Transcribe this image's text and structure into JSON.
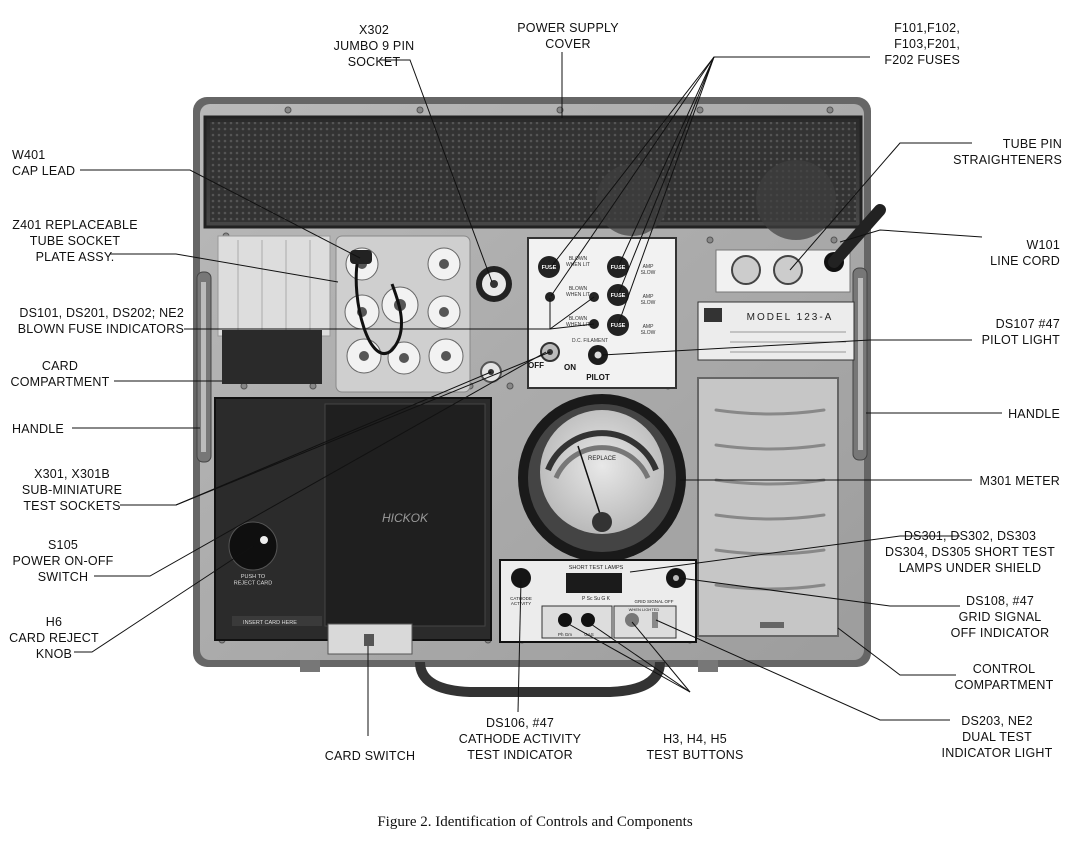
{
  "callouts": [
    {
      "id": "x302",
      "text": "X302\nJUMBO 9 PIN\nSOCKET"
    },
    {
      "id": "psu",
      "text": "POWER SUPPLY\nCOVER"
    },
    {
      "id": "fuses",
      "text": "F101,F102,\nF103,F201,\nF202 FUSES"
    },
    {
      "id": "w401",
      "text": "W401\nCAP LEAD"
    },
    {
      "id": "pinstr",
      "text": "TUBE PIN\nSTRAIGHTENERS"
    },
    {
      "id": "z401",
      "text": "Z401 REPLACEABLE\nTUBE SOCKET\nPLATE ASSY."
    },
    {
      "id": "w101",
      "text": "W101\nLINE CORD"
    },
    {
      "id": "ds101",
      "text": "DS101, DS201, DS202; NE2\nBLOWN FUSE INDICATORS"
    },
    {
      "id": "ds107",
      "text": "DS107 #47\nPILOT LIGHT"
    },
    {
      "id": "cardcomp",
      "text": "CARD\nCOMPARTMENT"
    },
    {
      "id": "handle_l",
      "text": "HANDLE"
    },
    {
      "id": "handle_r",
      "text": "HANDLE"
    },
    {
      "id": "x301",
      "text": "X301, X301B\nSUB-MINIATURE\nTEST SOCKETS"
    },
    {
      "id": "m301",
      "text": "M301 METER"
    },
    {
      "id": "s105",
      "text": "S105\nPOWER ON-OFF\nSWITCH"
    },
    {
      "id": "ds301",
      "text": "DS301, DS302, DS303\nDS304, DS305 SHORT TEST\nLAMPS UNDER SHIELD"
    },
    {
      "id": "ds108",
      "text": "DS108, #47\nGRID SIGNAL\nOFF INDICATOR"
    },
    {
      "id": "h6",
      "text": "H6\nCARD REJECT\nKNOB"
    },
    {
      "id": "ctrlcomp",
      "text": "CONTROL\nCOMPARTMENT"
    },
    {
      "id": "ds203",
      "text": "DS203, NE2\nDUAL TEST\nINDICATOR LIGHT"
    },
    {
      "id": "ds106",
      "text": "DS106, #47\nCATHODE ACTIVITY\nTEST INDICATOR"
    },
    {
      "id": "h345",
      "text": "H3, H4, H5\nTEST BUTTONS"
    },
    {
      "id": "cardsw",
      "text": "CARD SWITCH"
    }
  ],
  "device_text": {
    "brand": "HICKOK",
    "push_reject": "PUSH TO\nREJECT CARD",
    "insert_card": "INSERT CARD HERE",
    "off": "OFF",
    "on": "ON",
    "pilot": "PILOT",
    "short_test_lamps": "SHORT TEST LAMPS",
    "cathode_activity": "CATHODE\nACTIVITY",
    "grid_signal_off": "GRID  SIGNAL  OFF",
    "model": "MODEL 123-A",
    "fuse": "FUSE",
    "replace": "REPLACE",
    "blown_when_lit": "BLOWN\nWHEN LIT",
    "short_cols": "P   Sc   Su   G   K",
    "when_lighted": "WHEN LIGHTED",
    "d_c_filament": "D.C. FILAMENT",
    "amp_slow": "AMP\nSLOW",
    "gas": "GAS",
    "ph_gm": "Ph  Gm"
  },
  "caption": "Figure 2.  Identification of Controls and Components"
}
